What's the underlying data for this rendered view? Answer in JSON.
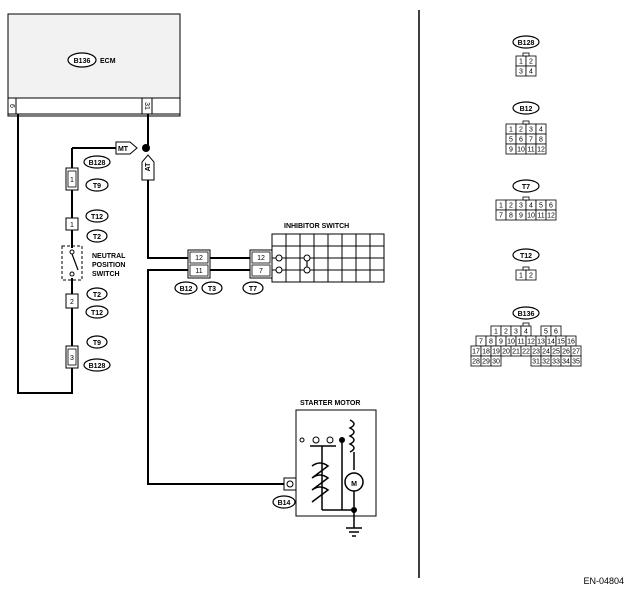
{
  "ecm": {
    "label": "ECM",
    "tag": "B136",
    "pin_left": "6",
    "pin_right": "31"
  },
  "left_circuit": {
    "mt_label": "MT",
    "at_label": "AT",
    "b128_top": {
      "tag": "B128",
      "pin": "1"
    },
    "t9_top": {
      "tag": "T9"
    },
    "t12_top": {
      "tag": "T12",
      "pin": "1"
    },
    "t2_top": {
      "tag": "T2"
    },
    "neutral_switch": {
      "line1": "NEUTRAL",
      "line2": "POSITION",
      "line3": "SWITCH"
    },
    "t2_bottom": {
      "tag": "T2",
      "pin": "2"
    },
    "t12_bottom": {
      "tag": "T12"
    },
    "t9_bottom": {
      "tag": "T9",
      "pin": "3"
    },
    "b128_bottom": {
      "tag": "B128"
    }
  },
  "middle": {
    "connector_pins": [
      "12",
      "11"
    ],
    "connector_tags": [
      "B12",
      "T3"
    ],
    "t7_tag": "T7",
    "t7_pins": [
      "12",
      "7"
    ]
  },
  "inhibitor": {
    "label": "INHIBITOR SWITCH"
  },
  "starter": {
    "label": "STARTER MOTOR",
    "motor_symbol": "M",
    "b14_tag": "B14"
  },
  "connectors": [
    {
      "tag": "B128",
      "rows": [
        [
          "1",
          "2"
        ],
        [
          "3",
          "4"
        ]
      ]
    },
    {
      "tag": "B12",
      "rows": [
        [
          "1",
          "2",
          "3",
          "4"
        ],
        [
          "5",
          "6",
          "7",
          "8"
        ],
        [
          "9",
          "10",
          "11",
          "12"
        ]
      ]
    },
    {
      "tag": "T7",
      "rows": [
        [
          "1",
          "2",
          "3",
          "4",
          "5",
          "6"
        ],
        [
          "7",
          "8",
          "9",
          "10",
          "11",
          "12"
        ]
      ]
    },
    {
      "tag": "T12",
      "rows": [
        [
          "1",
          "2"
        ]
      ]
    },
    {
      "tag": "B136",
      "rows": [
        [
          "1",
          "2",
          "3",
          "4",
          "",
          "5",
          "6"
        ],
        [
          "7",
          "8",
          "9",
          "10",
          "11",
          "12",
          "13",
          "14",
          "15",
          "16"
        ],
        [
          "17",
          "18",
          "19",
          "20",
          "21",
          "22",
          "23",
          "24",
          "25",
          "26",
          "27"
        ],
        [
          "28",
          "29",
          "30",
          "",
          "",
          "",
          "31",
          "32",
          "33",
          "34",
          "35"
        ]
      ]
    }
  ],
  "footer": {
    "code": "EN-04804"
  }
}
